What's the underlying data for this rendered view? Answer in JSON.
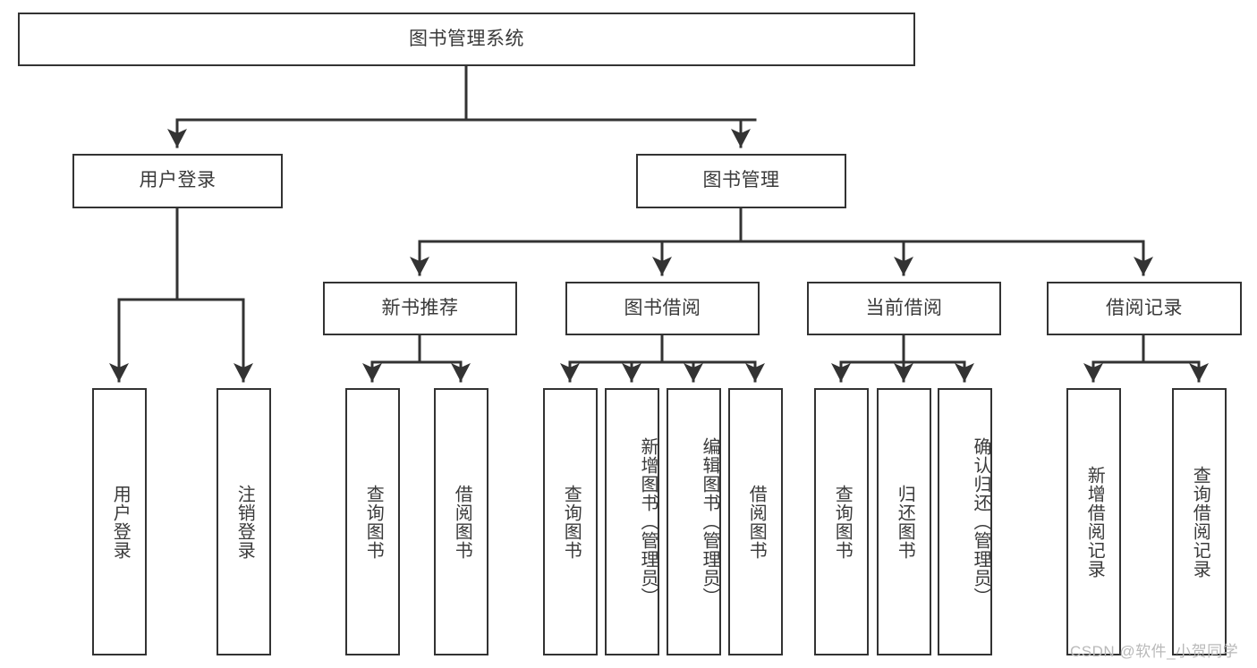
{
  "diagram": {
    "title": "图书管理系统",
    "type": "tree-hierarchy-functional-structure",
    "orientation": "top-down",
    "colors": {
      "box_border": "#333333",
      "box_fill": "#ffffff",
      "edge": "#333333",
      "text": "#3a3a3a",
      "watermark": "#b9b9b9",
      "background": "#ffffff"
    },
    "root": {
      "label": "图书管理系统"
    },
    "level2": [
      {
        "label": "用户登录"
      },
      {
        "label": "图书管理"
      }
    ],
    "level3": [
      {
        "label": "新书推荐"
      },
      {
        "label": "图书借阅"
      },
      {
        "label": "当前借阅"
      },
      {
        "label": "借阅记录"
      }
    ],
    "leaves": {
      "user_login": [
        {
          "label": "用户登录"
        },
        {
          "label": "注销登录"
        }
      ],
      "new_book_recommend": [
        {
          "label": "查询图书"
        },
        {
          "label": "借阅图书"
        }
      ],
      "book_borrow": [
        {
          "label": "查询图书"
        },
        {
          "label": "新增图书（管理员）"
        },
        {
          "label": "编辑图书（管理员）"
        },
        {
          "label": "借阅图书"
        }
      ],
      "current_borrow": [
        {
          "label": "查询图书"
        },
        {
          "label": "归还图书"
        },
        {
          "label": "确认归还（管理员）"
        }
      ],
      "borrow_records": [
        {
          "label": "新增借阅记录"
        },
        {
          "label": "查询借阅记录"
        }
      ]
    },
    "watermark": "CSDN @软件_小贺同学"
  }
}
